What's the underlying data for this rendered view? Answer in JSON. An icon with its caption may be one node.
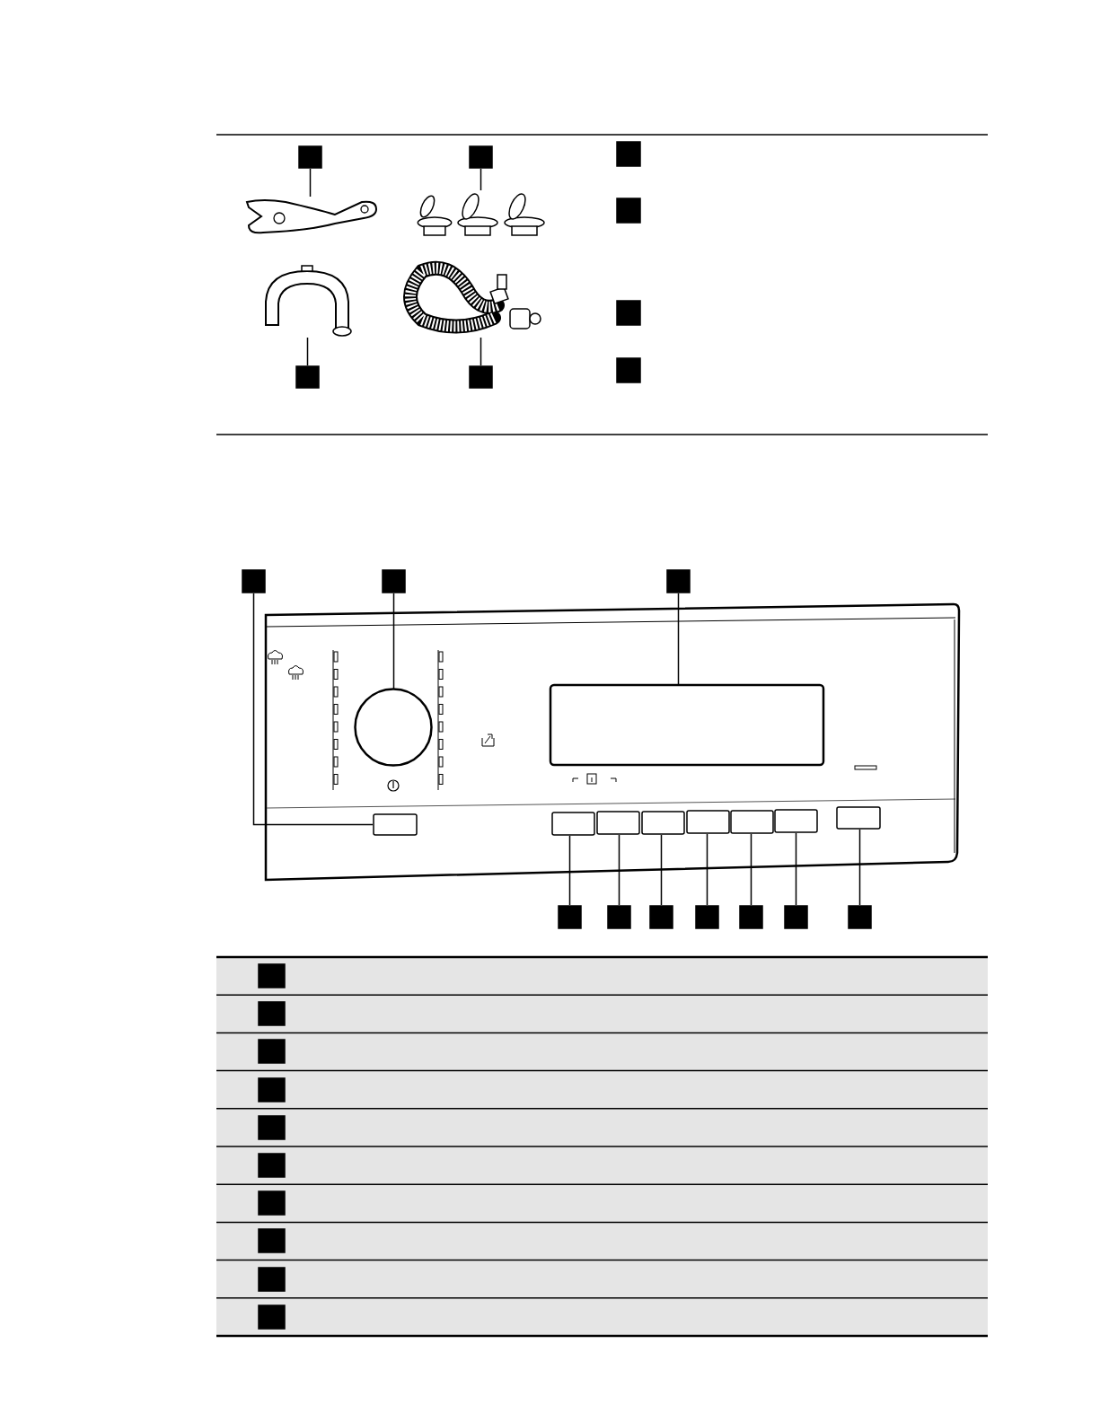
{
  "diagram": {
    "nodes": [
      {
        "text": [],
        "shape": "box"
      },
      {
        "text": [],
        "shape": "box"
      },
      {
        "text": [],
        "shape": "box"
      },
      {
        "text": [],
        "shape": "box"
      },
      {
        "text": [],
        "shape": "picture"
      },
      {
        "text": [],
        "shape": "picture"
      },
      {
        "text": [],
        "shape": "picture"
      },
      {
        "text": [],
        "shape": "picture"
      },
      {
        "text": [],
        "shape": "box"
      },
      {
        "text": [],
        "shape": "box"
      },
      {
        "text": [],
        "shape": "box"
      },
      {
        "text": [],
        "shape": "box"
      },
      {
        "text": [],
        "shape": "box"
      },
      {
        "text": [],
        "shape": "box"
      },
      {
        "text": [],
        "shape": "box"
      },
      {
        "text": [],
        "shape": "box"
      },
      {
        "text": [],
        "shape": "circle"
      },
      {
        "text": [],
        "shape": "box"
      },
      {
        "text": [],
        "shape": "box"
      },
      {
        "text": [],
        "shape": "box"
      },
      {
        "text": [],
        "shape": "box"
      },
      {
        "text": [],
        "shape": "box"
      },
      {
        "text": [],
        "shape": "box"
      },
      {
        "text": [],
        "shape": "box"
      },
      {
        "text": [],
        "shape": "box"
      },
      {
        "text": [],
        "shape": "box"
      },
      {
        "text": [],
        "shape": "box"
      },
      {
        "text": [],
        "shape": "box"
      },
      {
        "text": [],
        "shape": "box"
      },
      {
        "text": [],
        "shape": "box"
      },
      {
        "text": [],
        "shape": "box"
      },
      {
        "text": [],
        "shape": "box"
      },
      {
        "text": [],
        "shape": "box"
      },
      {
        "text": [],
        "shape": "box"
      },
      {
        "text": [],
        "shape": "box"
      },
      {
        "text": [],
        "shape": "box"
      },
      {
        "text": [],
        "shape": "box"
      },
      {
        "text": [],
        "shape": "box"
      },
      {
        "text": [],
        "shape": "box"
      },
      {
        "text": [],
        "shape": "box"
      },
      {
        "text": [],
        "shape": "box"
      },
      {
        "text": [],
        "shape": "box"
      }
    ],
    "edges": [
      {
        "from": 0,
        "to": 4,
        "arrow": "none"
      },
      {
        "from": 1,
        "to": 5,
        "arrow": "none"
      },
      {
        "from": 2,
        "to": 6,
        "arrow": "none"
      },
      {
        "from": 3,
        "to": 7,
        "arrow": "none"
      },
      {
        "from": 12,
        "to": 15,
        "arrow": "none"
      },
      {
        "from": 13,
        "to": 16,
        "arrow": "none"
      },
      {
        "from": 14,
        "to": 17,
        "arrow": "none"
      },
      {
        "from": 25,
        "to": 18,
        "arrow": "none"
      },
      {
        "from": 26,
        "to": 19,
        "arrow": "none"
      },
      {
        "from": 27,
        "to": 20,
        "arrow": "none"
      },
      {
        "from": 28,
        "to": 21,
        "arrow": "none"
      },
      {
        "from": 29,
        "to": 22,
        "arrow": "none"
      },
      {
        "from": 30,
        "to": 23,
        "arrow": "none"
      },
      {
        "from": 31,
        "to": 24,
        "arrow": "none"
      }
    ]
  }
}
